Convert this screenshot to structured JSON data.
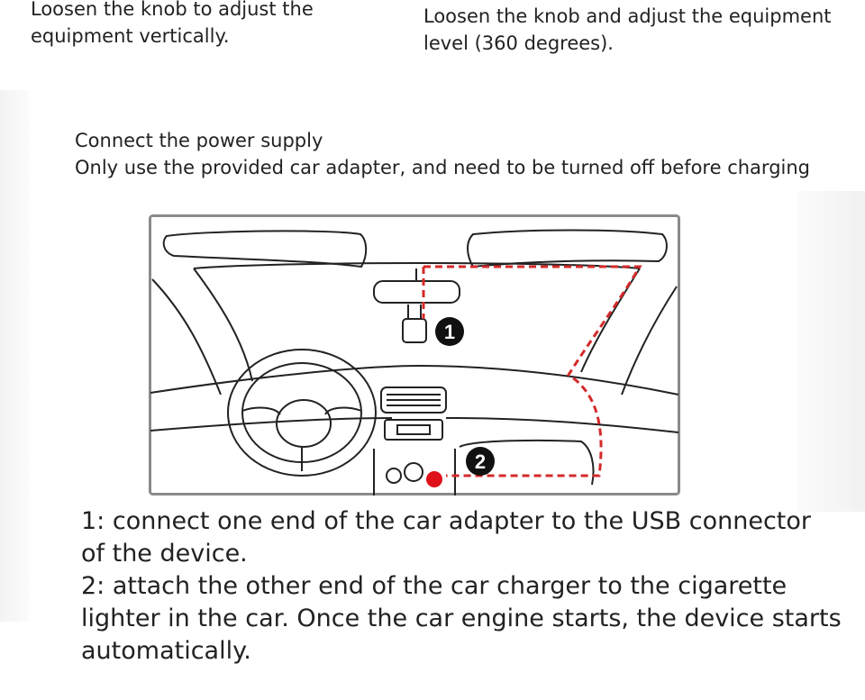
{
  "tips": {
    "vertical": [
      "Loosen the knob to adjust the",
      "equipment vertically."
    ],
    "level": [
      "Loosen the knob and adjust the equipment",
      "level (360 degrees)."
    ]
  },
  "power": {
    "title": "Connect the power supply",
    "subtitle": "Only use the provided car adapter, and need to be turned off before charging"
  },
  "diagram": {
    "markers": [
      "1",
      "2"
    ],
    "cable_color": "#d42a2a",
    "outlet_color": "#e0101a"
  },
  "steps": {
    "lines": [
      "1: connect one end of the car adapter to the USB connector",
      "of the device.",
      "2: attach the other end of the car charger to the cigarette",
      "lighter in the car. Once the car engine starts, the device starts",
      "automatically."
    ]
  }
}
